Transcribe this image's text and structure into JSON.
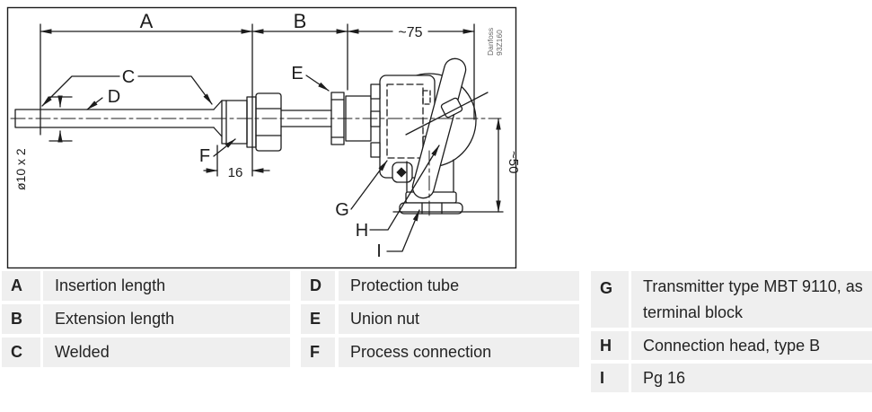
{
  "drawing": {
    "dims": {
      "A": "A",
      "B": "B",
      "approx_75": "~75",
      "approx_50": "~50",
      "thread_16": "16",
      "tube": "ø10 x 2"
    },
    "parts": {
      "C": "C",
      "D": "D",
      "E": "E",
      "F": "F",
      "G": "G",
      "H": "H",
      "I": "I"
    },
    "watermark": {
      "brand": "Danfoss",
      "code": "93Z160"
    }
  },
  "legend": {
    "columns": [
      {
        "items": [
          {
            "key": "A",
            "desc": "Insertion length"
          },
          {
            "key": "B",
            "desc": "Extension length"
          },
          {
            "key": "C",
            "desc": "Welded"
          }
        ]
      },
      {
        "items": [
          {
            "key": "D",
            "desc": "Protection tube"
          },
          {
            "key": "E",
            "desc": "Union nut"
          },
          {
            "key": "F",
            "desc": "Process connection"
          }
        ]
      },
      {
        "items": [
          {
            "key": "G",
            "desc": "Transmitter type MBT 9110, as terminal block"
          },
          {
            "key": "H",
            "desc": "Connection head, type B"
          },
          {
            "key": "I",
            "desc": "Pg 16"
          }
        ]
      }
    ]
  },
  "colors": {
    "row_bg": "#efefef",
    "line": "#1c1c1c",
    "text": "#232323",
    "watermark": "#666666"
  }
}
